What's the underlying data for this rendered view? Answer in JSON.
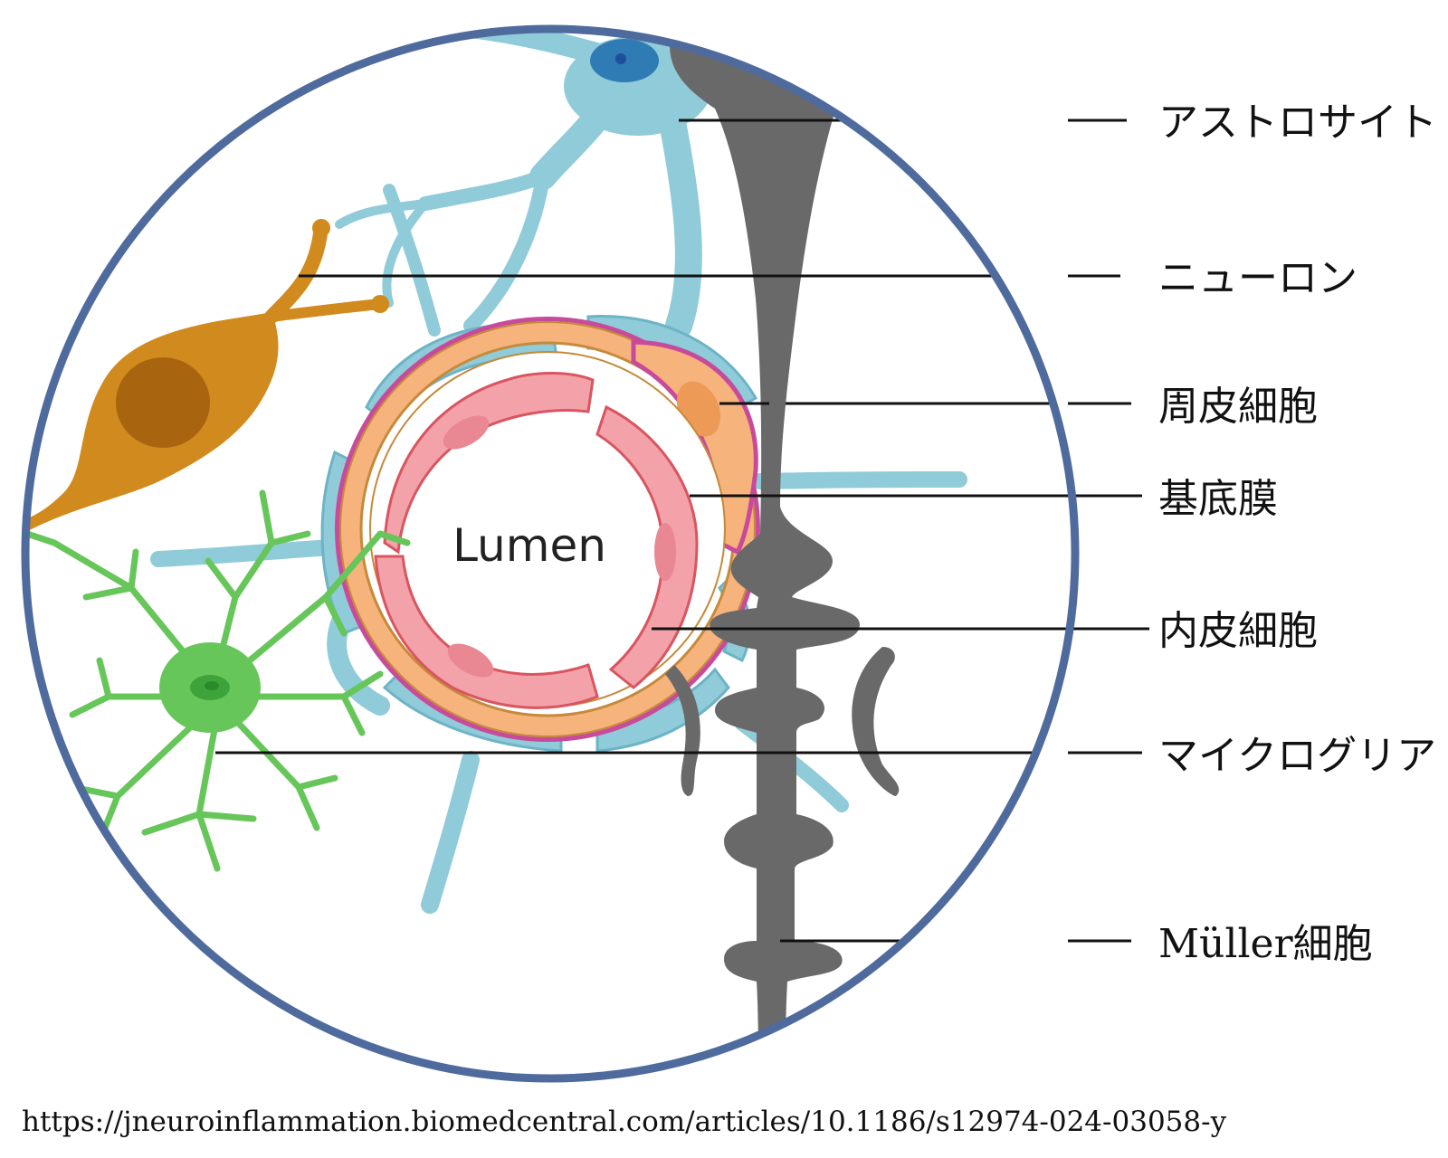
{
  "diagram": {
    "center_label": "Lumen",
    "labels": [
      {
        "id": "astrocyte",
        "text": "アストロサイト"
      },
      {
        "id": "neuron",
        "text": "ニューロン"
      },
      {
        "id": "pericyte",
        "text": "周皮細胞"
      },
      {
        "id": "basement_membrane",
        "text": "基底膜"
      },
      {
        "id": "endothelial",
        "text": "内皮細胞"
      },
      {
        "id": "microglia",
        "text": "マイクログリア"
      },
      {
        "id": "muller",
        "text": "Müller細胞"
      }
    ],
    "source_url": "https://jneuroinflammation.biomedcentral.com/articles/10.1186/s12974-024-03058-y",
    "colors": {
      "circle_border": "#4f6b9e",
      "astrocyte": "#8fcbd8",
      "astrocyte_stroke": "#6db3c6",
      "neuron": "#d18a1e",
      "neuron_nucleus": "#a9640f",
      "pericyte": "#f6b37c",
      "basement_membrane": "#c84a9b",
      "endothelial": "#f3a2aa",
      "microglia": "#67c65a",
      "microglia_stroke": "#3ea33a",
      "muller": "#696969"
    }
  }
}
